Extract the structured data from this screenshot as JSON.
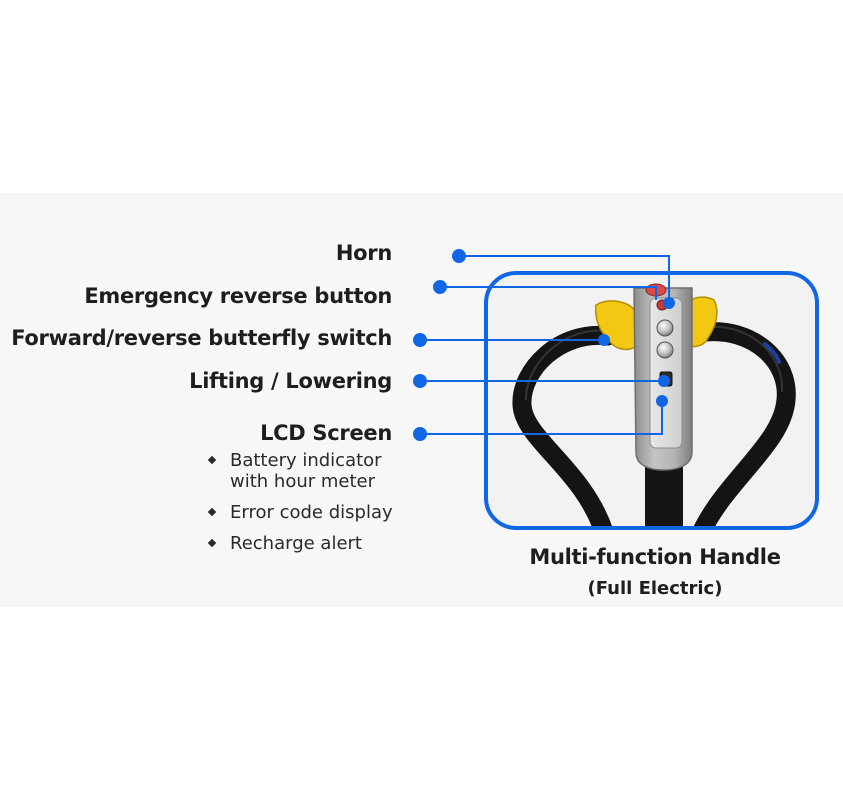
{
  "labels": {
    "horn": "Horn",
    "emergency_reverse": "Emergency reverse button",
    "butterfly_switch": "Forward/reverse butterfly switch",
    "lifting": "Lifting / Lowering",
    "lcd": "LCD Screen"
  },
  "lcd_features": [
    "Battery indicator\nwith hour meter",
    "Error code display",
    "Recharge alert"
  ],
  "caption": {
    "title": "Multi-function Handle",
    "subtitle": "(Full Electric)"
  },
  "colors": {
    "accent_blue": "#1166e6",
    "handle_yellow": "#f2c813",
    "handle_black": "#141414",
    "grip_gray": "#a9a9a9"
  }
}
